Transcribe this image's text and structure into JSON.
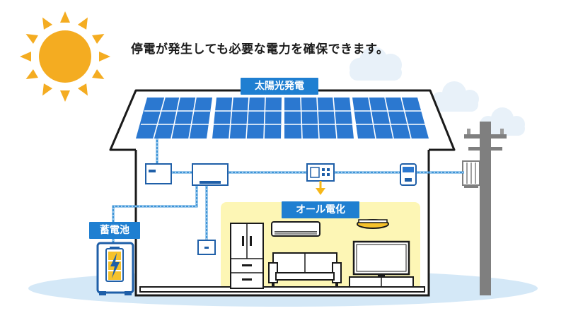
{
  "headline": "停電が発生しても必要な電力を確保できます。",
  "labels": {
    "solar": "太陽光発電",
    "all_electric": "オール電化",
    "battery": "蓄電池"
  },
  "colors": {
    "label_blue": "#1f7fd1",
    "panel_blue": "#2b78d0",
    "sun": "#f4ac21",
    "wire": "#3e95d8",
    "interior_glow": "#fdf6b5",
    "ground": "#d4e8f7",
    "pole": "#7f7f7f",
    "arrow": "#f7b718"
  },
  "icons": [
    "sun-icon",
    "cloud-icon",
    "solar-panel-icon",
    "power-conditioner-icon",
    "distribution-board-icon",
    "power-meter-icon",
    "utility-pole-icon",
    "battery-icon",
    "lightning-icon",
    "refrigerator-icon",
    "air-conditioner-icon",
    "ceiling-light-icon",
    "sofa-icon",
    "television-icon",
    "tv-stand-icon"
  ]
}
